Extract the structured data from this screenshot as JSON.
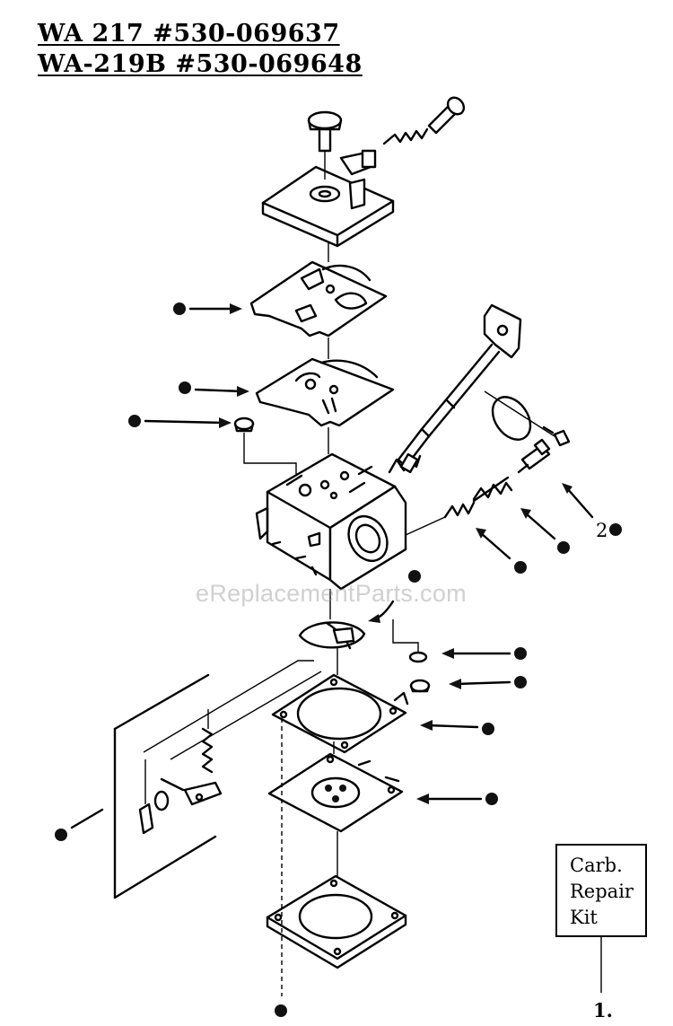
{
  "title": {
    "line1": "WA 217  #530-069637",
    "line2": "WA-219B  #530-069648"
  },
  "callouts": {
    "part2_label": "2"
  },
  "repair_kit": {
    "line1": "Carb.",
    "line2": "Repair",
    "line3": "Kit",
    "number": "1."
  },
  "watermark": "eReplacementParts.com"
}
